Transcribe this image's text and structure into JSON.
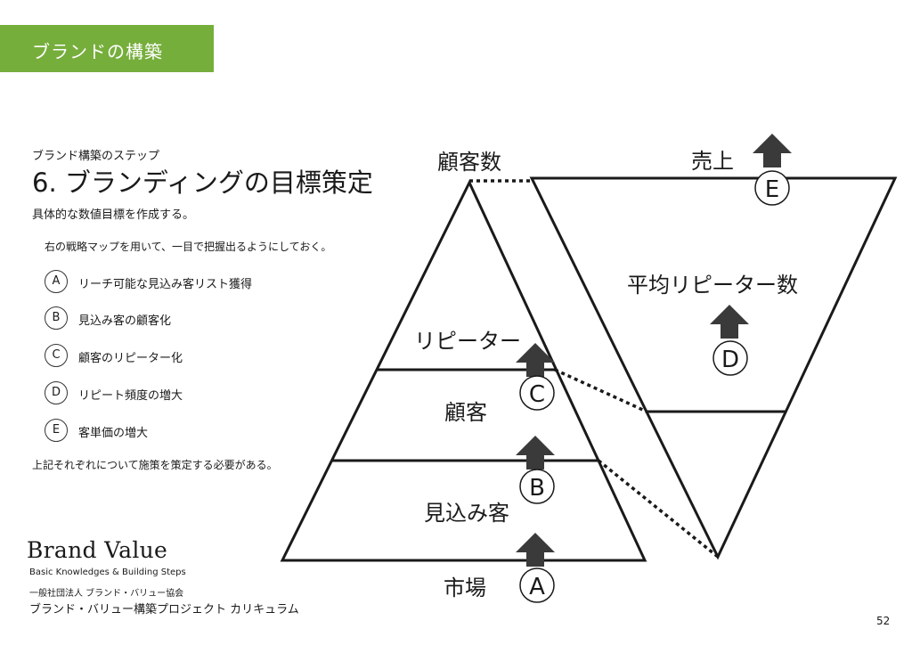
{
  "header": {
    "banner": "ブランドの構築"
  },
  "slide": {
    "subtitle": "ブランド構築のステップ",
    "title": "6. ブランディングの目標策定",
    "description": "具体的な数値目標を作成する。",
    "instruction": "右の戦略マップを用いて、一目で把握出るようにしておく。",
    "items": [
      {
        "letter": "A",
        "text": "リーチ可能な見込み客リスト獲得"
      },
      {
        "letter": "B",
        "text": "見込み客の顧客化"
      },
      {
        "letter": "C",
        "text": "顧客のリピーター化"
      },
      {
        "letter": "D",
        "text": "リピート頻度の増大"
      },
      {
        "letter": "E",
        "text": "客単価の増大"
      }
    ],
    "note": "上記それぞれについて施策を策定する必要がある。"
  },
  "diagram": {
    "pyramid_label": "顧客数",
    "pyramid_levels": [
      "リピーター",
      "顧客",
      "見込み客",
      "市場"
    ],
    "triangle_top_label": "売上",
    "triangle_middle_label": "平均リピーター数",
    "markers": [
      "A",
      "B",
      "C",
      "D",
      "E"
    ],
    "line_color": "#1a1a1a",
    "arrow_color": "#3a3a3a"
  },
  "footer": {
    "brand_logo": "Brand Value",
    "brand_tagline": "Basic Knowledges & Building Steps",
    "organization": "一般社団法人 ブランド・バリュー協会",
    "project": "ブランド・バリュー構築プロジェクト カリキュラム",
    "page_number": "52"
  }
}
